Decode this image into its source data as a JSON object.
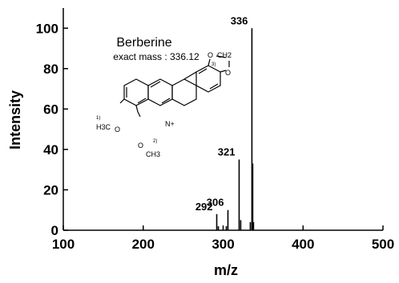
{
  "chart_data": {
    "type": "bar",
    "xlabel": "m/z",
    "ylabel": "Intensity",
    "xlim": [
      100,
      500
    ],
    "ylim": [
      0,
      110
    ],
    "xticks": [
      "100",
      "200",
      "300",
      "400",
      "500"
    ],
    "yticks": [
      "0",
      "20",
      "40",
      "60",
      "80",
      "100"
    ],
    "peaks": [
      {
        "x": 292,
        "y": 8,
        "label": "292"
      },
      {
        "x": 294,
        "y": 2,
        "label": ""
      },
      {
        "x": 304,
        "y": 2,
        "label": ""
      },
      {
        "x": 306,
        "y": 10,
        "label": "306"
      },
      {
        "x": 320,
        "y": 35,
        "label": "321"
      },
      {
        "x": 322,
        "y": 5,
        "label": ""
      },
      {
        "x": 334,
        "y": 4,
        "label": ""
      },
      {
        "x": 336,
        "y": 100,
        "label": "336"
      },
      {
        "x": 337,
        "y": 33,
        "label": ""
      },
      {
        "x": 338,
        "y": 4,
        "label": ""
      }
    ],
    "grid": false,
    "annotation": {
      "compound": "Berberine",
      "mass_text": "exact mass : 336.12",
      "markers": [
        "1)",
        "2)",
        "3)"
      ],
      "groups": {
        "methoxy1": "H3C",
        "methoxy2": "CH3",
        "ring_o": "O",
        "methylene": "CH2",
        "nitrogen": "N+"
      }
    }
  }
}
